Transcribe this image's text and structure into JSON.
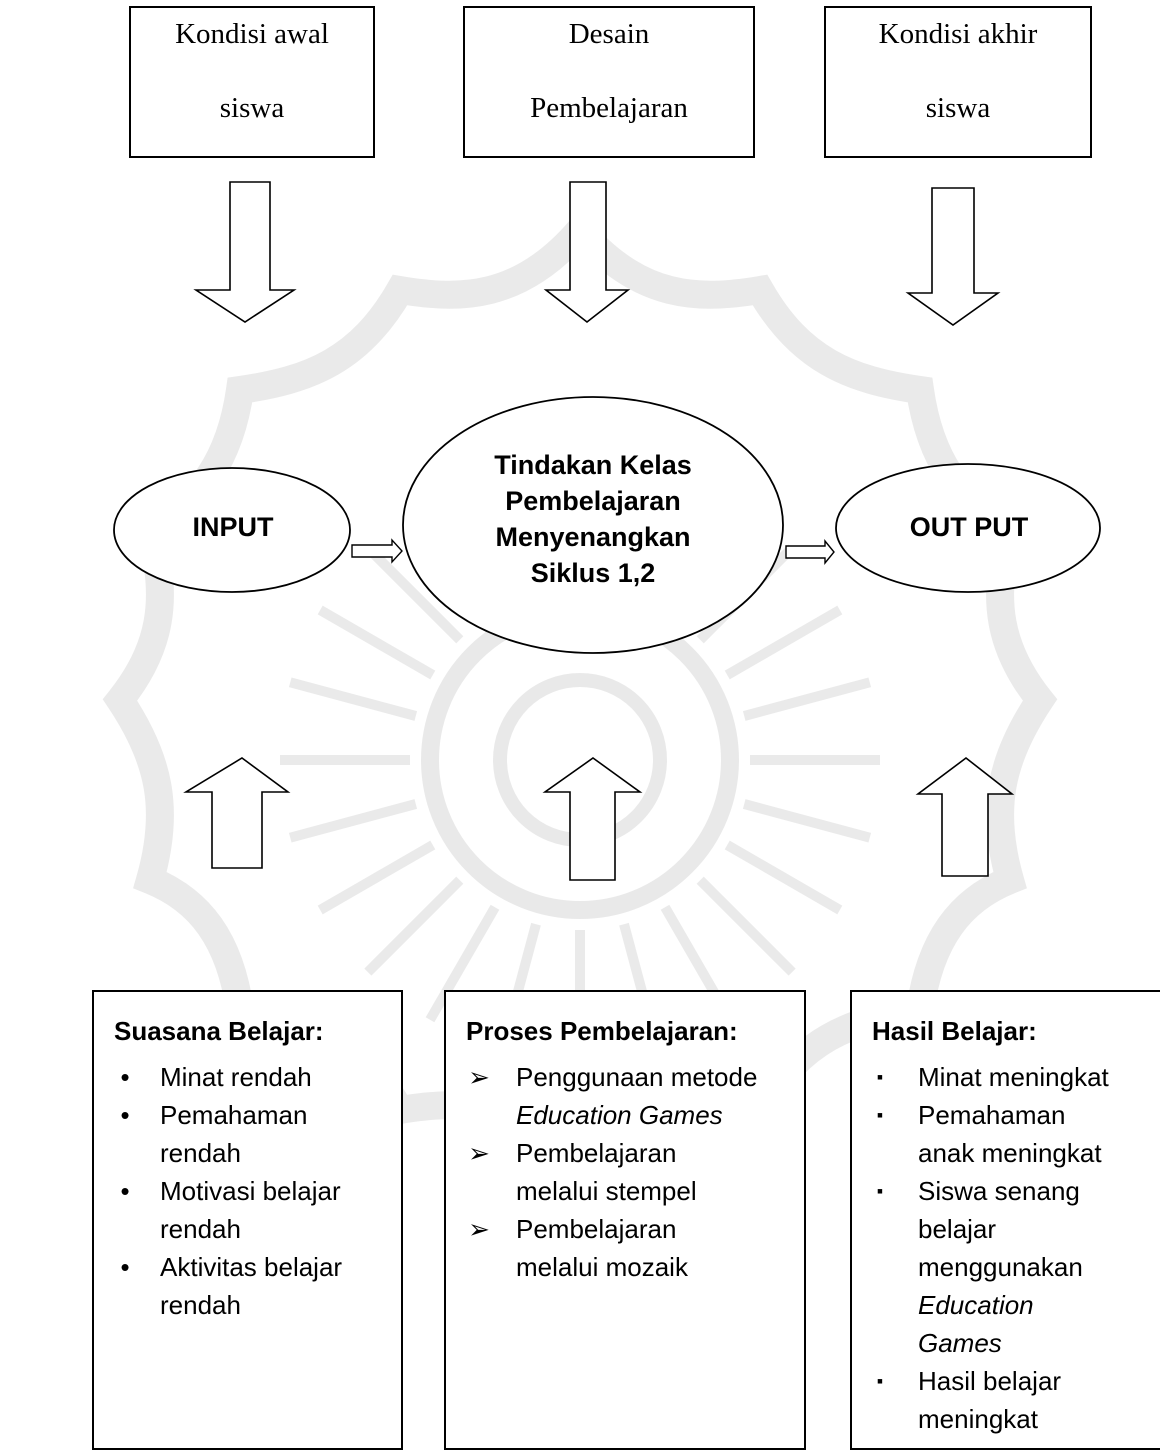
{
  "top_boxes": [
    {
      "line1": "Kondisi awal",
      "line2": "siswa"
    },
    {
      "line1": "Desain",
      "line2": "Pembelajaran"
    },
    {
      "line1": "Kondisi akhir",
      "line2": "siswa"
    }
  ],
  "ellipses": {
    "input": "INPUT",
    "center": [
      "Tindakan Kelas",
      "Pembelajaran",
      "Menyenangkan",
      "Siklus 1,2"
    ],
    "output": "OUT PUT"
  },
  "bottom_boxes": [
    {
      "heading": "Suasana Belajar:",
      "marker": "•",
      "items": [
        [
          "Minat rendah"
        ],
        [
          "Pemahaman",
          "rendah"
        ],
        [
          "Motivasi belajar",
          "rendah"
        ],
        [
          "Aktivitas belajar",
          "rendah"
        ]
      ]
    },
    {
      "heading": "Proses Pembelajaran:",
      "marker": "➢",
      "items": [
        [
          "Penggunaan metode",
          "Education Games"
        ],
        [
          "Pembelajaran",
          "melalui stempel"
        ],
        [
          "Pembelajaran",
          "melalui mozaik"
        ]
      ]
    },
    {
      "heading": "Hasil Belajar:",
      "marker": "▪",
      "items": [
        [
          "Minat meningkat"
        ],
        [
          "Pemahaman",
          "anak meningkat"
        ],
        [
          "Siswa senang",
          "belajar",
          "menggunakan",
          "Education",
          "Games"
        ],
        [
          "Hasil belajar",
          "meningkat"
        ]
      ]
    }
  ]
}
